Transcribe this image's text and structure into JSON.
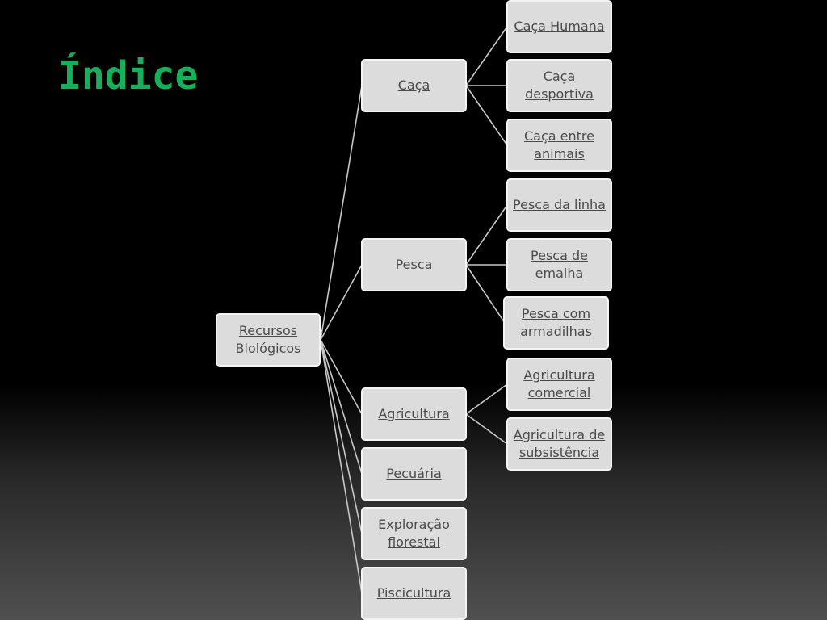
{
  "title": "Índice",
  "nodes": {
    "root": "Recursos\nBiológicos",
    "caca": "Caça",
    "pesca": "Pesca",
    "agricultura": "Agricultura",
    "pecuaria": "Pecuária",
    "exploracao": "Exploração\nflorestal",
    "piscicultura": "Piscicultura",
    "caca_humana": "Caça Humana",
    "caca_desportiva": "Caça\ndesportiva",
    "caca_animais": "Caça entre\nanimais",
    "pesca_linha": "Pesca da linha",
    "pesca_emalha": "Pesca de\nemalha",
    "pesca_armadilhas": "Pesca com\narmadilhas",
    "agri_comercial": "Agricultura\ncomercial",
    "agri_subsistencia": "Agricultura de\nsubsistência"
  },
  "colors": {
    "title": "#16b05a",
    "node_fill": "#dcdcdc",
    "node_border": "#f4f4f4",
    "node_text": "#4a4a4a",
    "connector": "#c8c8c8"
  }
}
